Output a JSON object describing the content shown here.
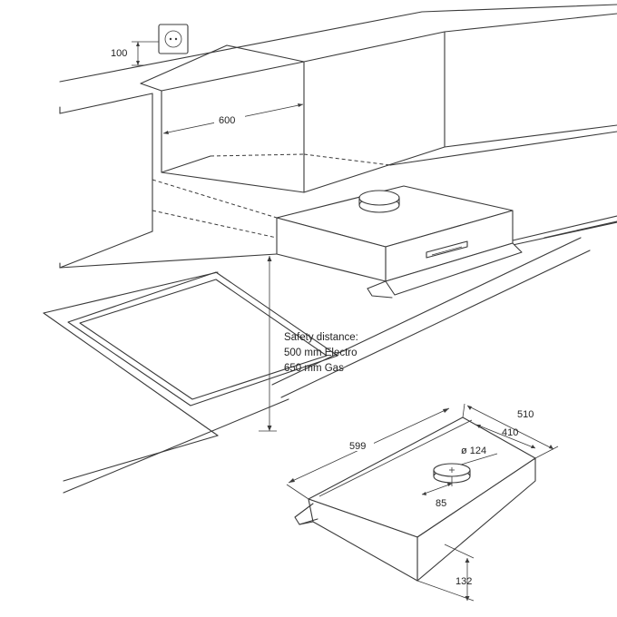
{
  "dimensions": {
    "socket_height": "100",
    "cabinet_width": "600",
    "hood_length": "599",
    "hood_depth_outer": "510",
    "hood_depth_inner": "410",
    "duct_diameter": "ø 124",
    "duct_offset": "85",
    "hood_height": "132"
  },
  "safety": {
    "line1": "Safety distance:",
    "line2": "500 mm Electro",
    "line3": "650 mm Gas"
  },
  "colors": {
    "line": "#3a3a3a",
    "background": "#ffffff"
  }
}
